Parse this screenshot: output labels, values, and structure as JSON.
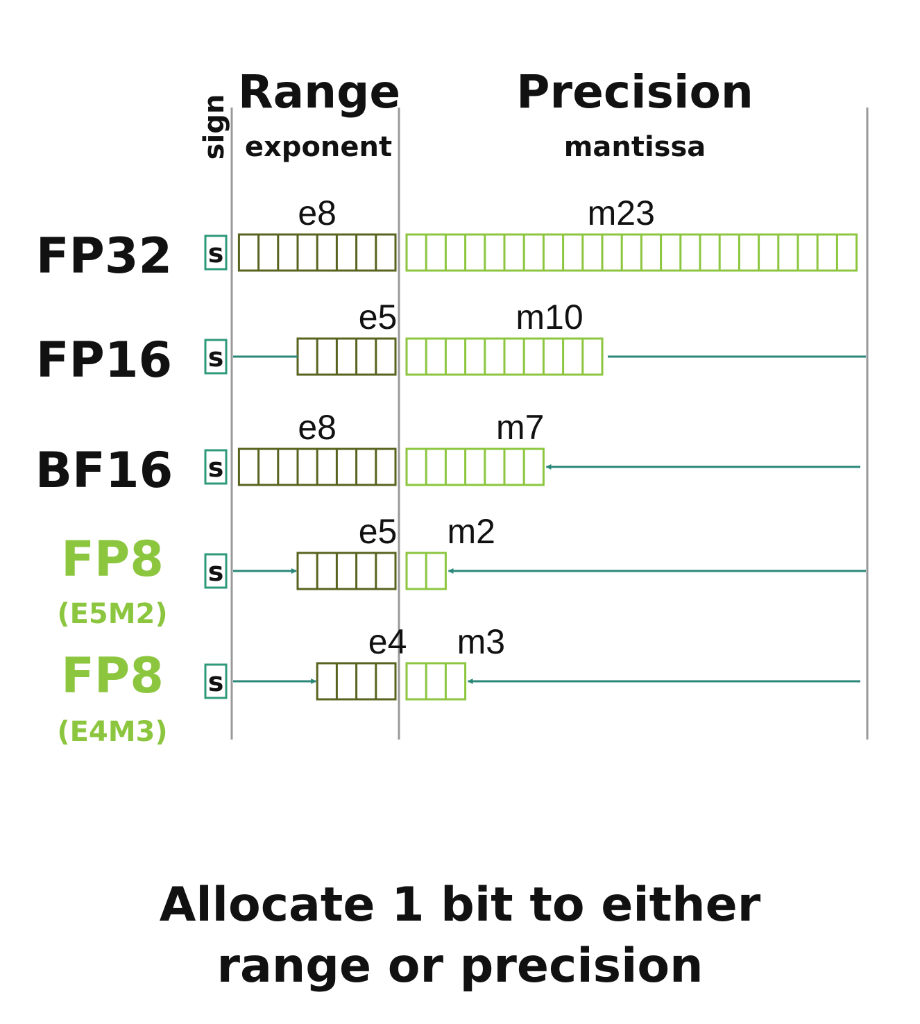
{
  "headers": {
    "sign": "sign",
    "range": "Range",
    "exponent": "exponent",
    "precision": "Precision",
    "mantissa": "mantissa"
  },
  "formats": [
    {
      "name": "FP32",
      "sub": "",
      "sign_label": "s",
      "exp_bits": 8,
      "man_bits": 23,
      "exp_label": "e8",
      "man_label": "m23",
      "highlight": false
    },
    {
      "name": "FP16",
      "sub": "",
      "sign_label": "s",
      "exp_bits": 5,
      "man_bits": 10,
      "exp_label": "e5",
      "man_label": "m10",
      "highlight": false
    },
    {
      "name": "BF16",
      "sub": "",
      "sign_label": "s",
      "exp_bits": 8,
      "man_bits": 7,
      "exp_label": "e8",
      "man_label": "m7",
      "highlight": false
    },
    {
      "name": "FP8",
      "sub": "(E5M2)",
      "sign_label": "s",
      "exp_bits": 5,
      "man_bits": 2,
      "exp_label": "e5",
      "man_label": "m2",
      "highlight": true
    },
    {
      "name": "FP8",
      "sub": "(E4M3)",
      "sign_label": "s",
      "exp_bits": 4,
      "man_bits": 3,
      "exp_label": "e4",
      "man_label": "m3",
      "highlight": true
    }
  ],
  "caption": {
    "line1": "Allocate 1 bit to either",
    "line2": "range or precision"
  },
  "colors": {
    "text": "#111111",
    "sign_box": "#2e9a7a",
    "exponent_box": "#59631f",
    "mantissa_box": "#8cc63f",
    "highlight_label": "#8cc63f",
    "arrow": "#2a8778",
    "divider": "#999999"
  }
}
